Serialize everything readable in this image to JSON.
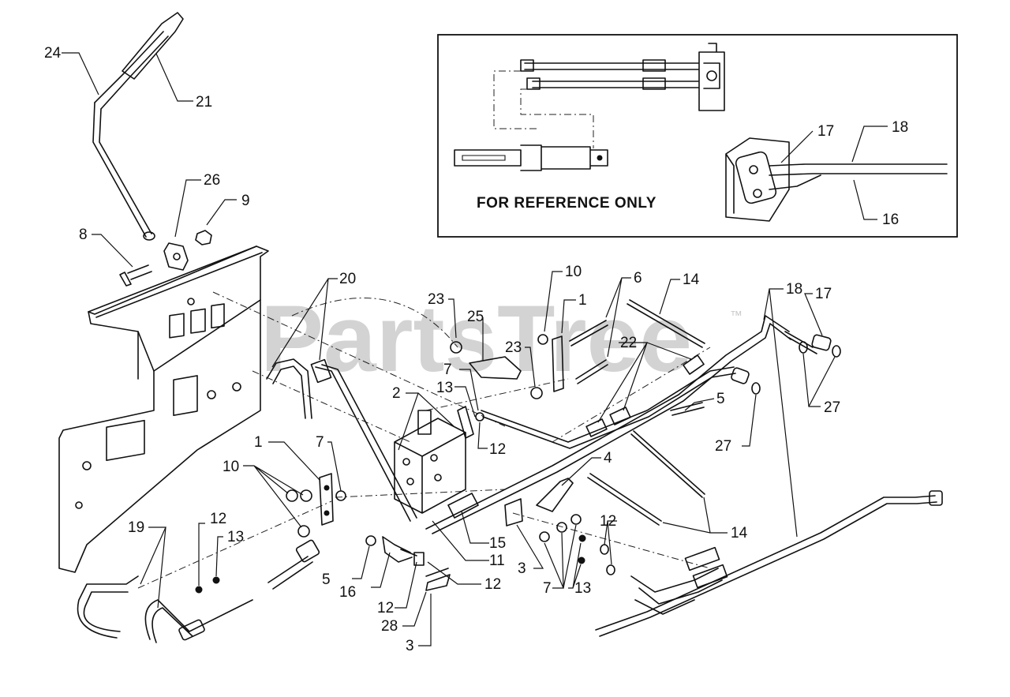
{
  "inset": {
    "caption": "FOR REFERENCE ONLY",
    "callouts": [
      "17",
      "18",
      "16"
    ]
  },
  "watermark": {
    "text": "PartsTree",
    "trademark": "™"
  },
  "callouts": [
    "24",
    "21",
    "26",
    "9",
    "8",
    "20",
    "23",
    "25",
    "10",
    "1",
    "6",
    "14",
    "18",
    "17",
    "22",
    "23",
    "7",
    "13",
    "2",
    "5",
    "27",
    "27",
    "12",
    "1",
    "7",
    "10",
    "4",
    "12",
    "14",
    "19",
    "12",
    "13",
    "5",
    "16",
    "15",
    "11",
    "12",
    "3",
    "7",
    "13",
    "12",
    "28",
    "3"
  ],
  "colors": {
    "line": "#111111",
    "watermark": "#d3d3d3",
    "background": "#ffffff"
  }
}
